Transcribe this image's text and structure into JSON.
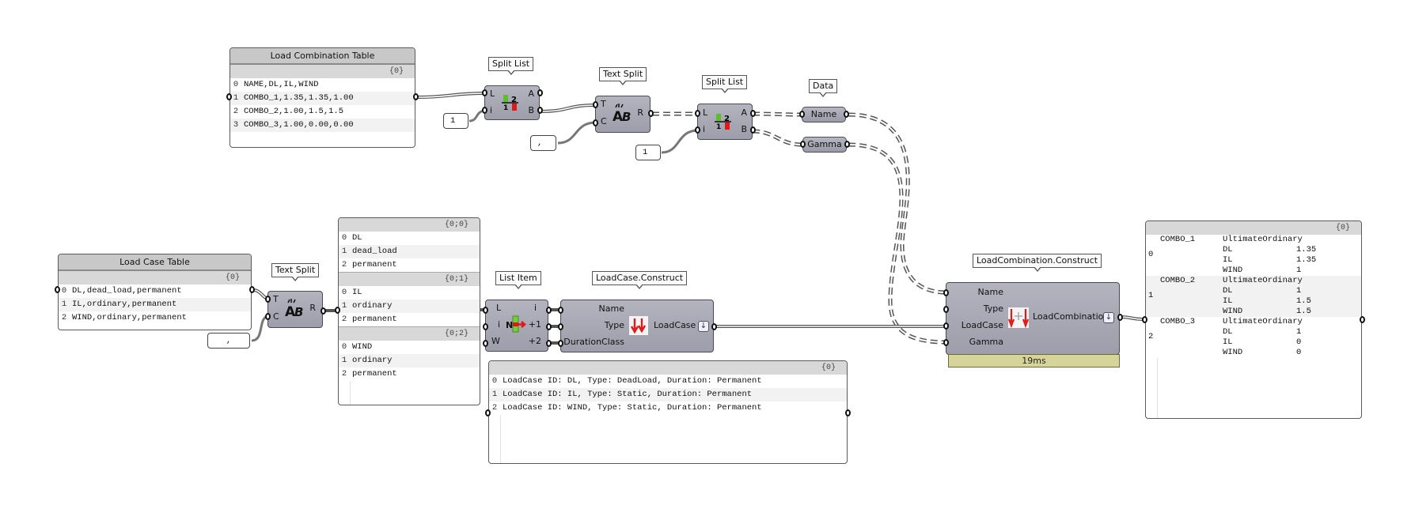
{
  "load_combination_table": {
    "title": "Load Combination Table",
    "path": "{0}",
    "rows": [
      {
        "index": "0",
        "text": "NAME,DL,IL,WIND"
      },
      {
        "index": "1",
        "text": "COMBO_1,1.35,1.35,1.00"
      },
      {
        "index": "2",
        "text": "COMBO_2,1.00,1.5,1.5"
      },
      {
        "index": "3",
        "text": "COMBO_3,1.00,0.00,0.00"
      }
    ]
  },
  "split_list_1": {
    "tooltip": "Split List",
    "inputs": [
      "L",
      "i"
    ],
    "outputs": [
      "A",
      "B"
    ],
    "index_value": "1"
  },
  "text_split_1": {
    "tooltip": "Text Split",
    "inputs": [
      "T",
      "C"
    ],
    "outputs": [
      "R"
    ],
    "separator_value": ","
  },
  "split_list_2": {
    "tooltip": "Split List",
    "inputs": [
      "L",
      "i"
    ],
    "outputs": [
      "A",
      "B"
    ],
    "index_value": "1"
  },
  "data_params": {
    "tooltip": "Data",
    "name_label": "Name",
    "gamma_label": "Gamma"
  },
  "load_case_table": {
    "title": "Load Case Table",
    "path": "{0}",
    "rows": [
      {
        "index": "0",
        "text": "DL,dead_load,permanent"
      },
      {
        "index": "1",
        "text": "IL,ordinary,permanent"
      },
      {
        "index": "2",
        "text": "WIND,ordinary,permanent"
      }
    ]
  },
  "text_split_2": {
    "tooltip": "Text Split",
    "inputs": [
      "T",
      "C"
    ],
    "outputs": [
      "R"
    ],
    "separator_value": ","
  },
  "split_result_panel": {
    "branches": [
      {
        "path": "{0;0}",
        "rows": [
          {
            "index": "0",
            "text": "DL"
          },
          {
            "index": "1",
            "text": "dead_load"
          },
          {
            "index": "2",
            "text": "permanent"
          }
        ]
      },
      {
        "path": "{0;1}",
        "rows": [
          {
            "index": "0",
            "text": "IL"
          },
          {
            "index": "1",
            "text": "ordinary"
          },
          {
            "index": "2",
            "text": "permanent"
          }
        ]
      },
      {
        "path": "{0;2}",
        "rows": [
          {
            "index": "0",
            "text": "WIND"
          },
          {
            "index": "1",
            "text": "ordinary"
          },
          {
            "index": "2",
            "text": "permanent"
          }
        ]
      }
    ]
  },
  "list_item": {
    "tooltip": "List Item",
    "inputs": [
      "L",
      "i",
      "W"
    ],
    "outputs": [
      "i",
      "+1",
      "+2"
    ],
    "icon_letter": "N"
  },
  "loadcase_construct": {
    "tooltip": "LoadCase.Construct",
    "inputs": [
      "Name",
      "Type",
      "DurationClass"
    ],
    "output": "LoadCase"
  },
  "loadcase_output_panel": {
    "path": "{0}",
    "rows": [
      {
        "index": "0",
        "text": "LoadCase ID: DL, Type: DeadLoad, Duration: Permanent"
      },
      {
        "index": "1",
        "text": "LoadCase ID: IL, Type: Static, Duration: Permanent"
      },
      {
        "index": "2",
        "text": "LoadCase ID: WIND, Type: Static, Duration: Permanent"
      }
    ]
  },
  "loadcombination_construct": {
    "tooltip": "LoadCombination.Construct",
    "inputs": [
      "Name",
      "Type",
      "LoadCase",
      "Gamma"
    ],
    "output": "LoadCombination.",
    "timing": "19ms"
  },
  "combination_output_panel": {
    "path": "{0}",
    "items": [
      {
        "index": "0",
        "name": "COMBO_1",
        "type": "UltimateOrdinary",
        "factors": [
          [
            "DL",
            "1.35"
          ],
          [
            "IL",
            "1.35"
          ],
          [
            "WIND",
            "1"
          ]
        ]
      },
      {
        "index": "1",
        "name": "COMBO_2",
        "type": "UltimateOrdinary",
        "factors": [
          [
            "DL",
            "1"
          ],
          [
            "IL",
            "1.5"
          ],
          [
            "WIND",
            "1.5"
          ]
        ]
      },
      {
        "index": "2",
        "name": "COMBO_3",
        "type": "UltimateOrdinary",
        "factors": [
          [
            "DL",
            "1"
          ],
          [
            "IL",
            "0"
          ],
          [
            "WIND",
            "0"
          ]
        ]
      }
    ]
  },
  "colors": {
    "component_fill": "#a6a6b3",
    "timing_bar": "#d7d49a",
    "split_green": "#5bbf2a",
    "split_red": "#e01818"
  }
}
